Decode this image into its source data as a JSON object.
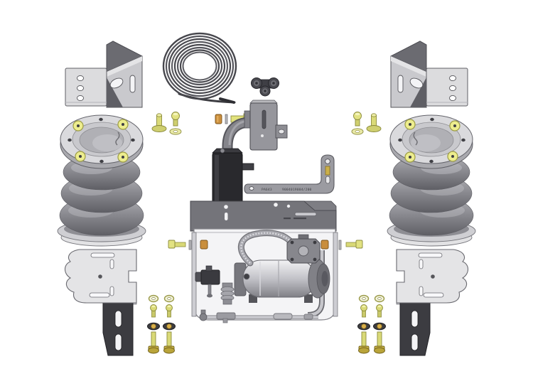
{
  "page": {
    "background": "#ffffff",
    "render_type": "cad-exploded-parts-illustration",
    "subject": "air suspension helper spring kit with on-board compressor"
  },
  "colors": {
    "background": "#ffffff",
    "steel_light": "#dcdcde",
    "steel_mid": "#9b9ba1",
    "steel_dark": "#5f5f65",
    "black_component": "#2a2a2e",
    "tube_coil": "#47474d",
    "bellows_gray": "#8c8c92",
    "zinc_gold_hardware": "#e0e080",
    "brass_fitting": "#c98e3d",
    "gold_bolt": "#cbb04a"
  },
  "parts": {
    "upper_bracket_left": {
      "name": "Upper mounting bracket (left)",
      "holes": 3
    },
    "upper_bracket_right": {
      "name": "Upper mounting bracket (right)",
      "holes": 3
    },
    "air_line_coil": {
      "name": "Coiled air line tubing"
    },
    "air_spring_left": {
      "name": "Convoluted air spring (left)",
      "lobes": 3,
      "gold_washers": 4
    },
    "air_spring_right": {
      "name": "Convoluted air spring (right)",
      "lobes": 3,
      "gold_washers": 4
    },
    "spring_fasteners_left": {
      "name": "Air spring stud and bolt with washer (left)"
    },
    "spring_fasteners_right": {
      "name": "Air spring stud and bolt with washer (right)"
    },
    "tee_fitting": {
      "name": "Push-in tee air fitting"
    },
    "inline_fitting": {
      "name": "Brass nut, washer and sleeve bolt fitting"
    },
    "upright_bracket": {
      "name": "Upright valve mounting bracket"
    },
    "valve_canister": {
      "name": "Black solenoid valve canister"
    },
    "support_strap": {
      "name": "Curved support strap bracket",
      "etched_text_left": "PA643",
      "etched_text_right": "9004019004/200"
    },
    "compressor_assembly": {
      "name": "Air compressor on mounting tray",
      "details": [
        "rear slotted bracket",
        "braided hose loop",
        "manifold block",
        "filter stack",
        "bottom air line",
        "side bolts with brass nuts"
      ]
    },
    "lower_bracket_left": {
      "name": "Lower mounting bracket with dark slotted plate (left)"
    },
    "lower_bracket_right": {
      "name": "Lower mounting bracket with dark slotted plate (right)"
    },
    "hardware_cluster_left": {
      "name": "Hardware set (left)",
      "washers": 2,
      "short_screws": 2,
      "flange_nuts": 2,
      "long_bolts": 2
    },
    "hardware_cluster_right": {
      "name": "Hardware set (right)",
      "washers": 2,
      "short_screws": 2,
      "flange_nuts": 2,
      "long_bolts": 2
    }
  },
  "bill_of_materials": [
    {
      "part": "Upper mounting bracket",
      "qty": 2
    },
    {
      "part": "Convoluted air spring",
      "qty": 2
    },
    {
      "part": "Lower mounting bracket",
      "qty": 2
    },
    {
      "part": "Air line tubing coil",
      "qty": 1
    },
    {
      "part": "Tee fitting",
      "qty": 1
    },
    {
      "part": "Compressor with mounting tray",
      "qty": 1
    },
    {
      "part": "Solenoid valve canister",
      "qty": 1
    },
    {
      "part": "Upright valve bracket",
      "qty": 1
    },
    {
      "part": "Support strap",
      "qty": 1
    },
    {
      "part": "Assorted bolts, washers, flange nuts, brass fittings",
      "qty": "assorted"
    }
  ]
}
